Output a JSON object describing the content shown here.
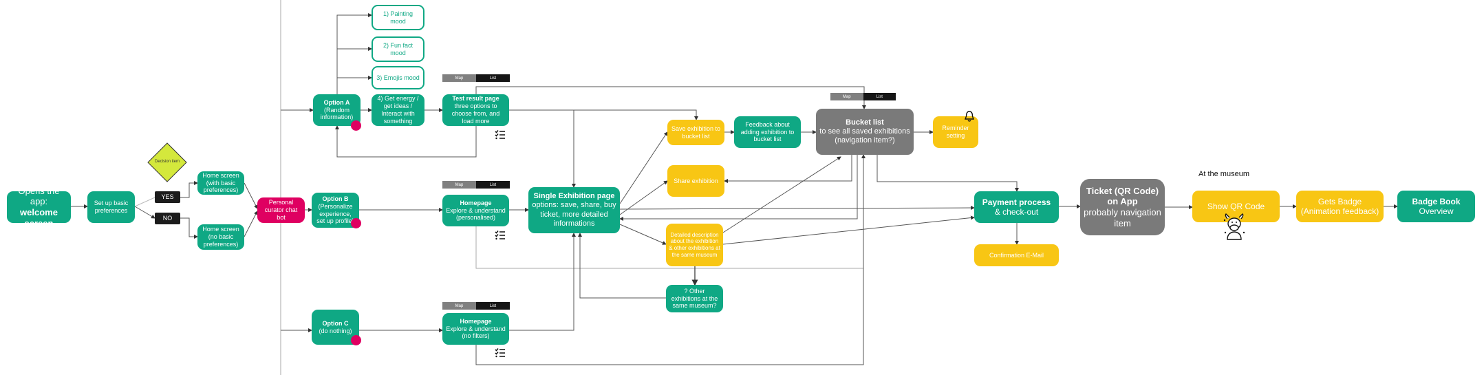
{
  "colors": {
    "primary": "#0fa884",
    "secondary": "#f8c614",
    "neutral": "#7a7a7a",
    "accent": "#df0061",
    "decision": "#d4e83c"
  },
  "nodes": {
    "welcome": {
      "line1": "Opens the app:",
      "line2": "welcome screen"
    },
    "setup": "Set up basic preferences",
    "decision": "Decision item",
    "yes": "YES",
    "no": "NO",
    "home_with": "Home screen (with basic preferences)",
    "home_without": "Home screen (no basic preferences)",
    "chatbot": "Personal curator chat bot",
    "option_a": {
      "title": "Option A",
      "sub": "(Random information)"
    },
    "option_b": {
      "title": "Option B",
      "sub": "(Personalize experience, set up profile)"
    },
    "option_c": {
      "title": "Option C",
      "sub": "(do nothing)"
    },
    "painting": "1) Painting mood",
    "funfact": "2) Fun fact mood",
    "emojis": "3) Emojis mood",
    "energy": "4) Get energy / get ideas / Interact with something",
    "test_result": {
      "title": "Test result page",
      "sub": "three options to choose from, and load more"
    },
    "homepage_b": {
      "title": "Homepage",
      "sub": "Explore & understand (personalised)"
    },
    "homepage_c": {
      "title": "Homepage",
      "sub": "Explore & understand (no filters)"
    },
    "single": {
      "title": "Single Exhibition page",
      "sub": "options: save, share, buy ticket, more detailed informations"
    },
    "save": "Save exhibition to bucket list",
    "share": "Share exhibition",
    "detailed": "Detailed description about the exhibition & other exhibitions at the same museum",
    "other": "? Other exhibitions at the same museum?",
    "feedback": "Feedback about adding exhibition to bucket list",
    "bucket": {
      "title": "Bucket list",
      "sub": "to see all saved exhibitions (navigation item?)"
    },
    "reminder": "Reminder setting",
    "payment": {
      "line1": "Payment process",
      "line2": "& check-out"
    },
    "confirmation": "Confirmation E-Mail",
    "ticket": {
      "title": "Ticket (QR Code) on App",
      "sub": "probably navigation item"
    },
    "museum_label": "At the museum",
    "show_qr": "Show QR Code",
    "badge": {
      "title": "Gets Badge",
      "sub": "(Animation feedback)"
    },
    "badge_book": {
      "title": "Badge Book",
      "sub": "Overview"
    }
  },
  "toggle": {
    "map": "Map",
    "list": "List"
  },
  "icons": [
    "checklist-icon",
    "bell-icon",
    "cow-mascot-icon",
    "arrow-icon"
  ]
}
